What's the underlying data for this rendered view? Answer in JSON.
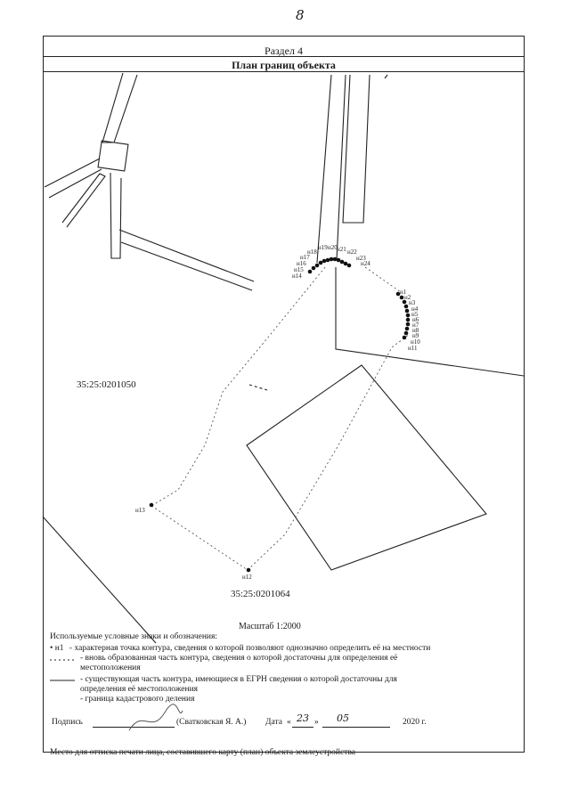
{
  "header": {
    "handwritten_mark": "8",
    "section": "Раздел 4",
    "title": "План границ объекта"
  },
  "map": {
    "parcel_label_1": "35:25:0201050",
    "parcel_label_2": "35:25:0201064",
    "points": [
      "н1",
      "н2",
      "н3",
      "н4",
      "н5",
      "н6",
      "н7",
      "н8",
      "н9",
      "н10",
      "н11",
      "н12",
      "н13",
      "н14",
      "н15",
      "н16",
      "н17",
      "н18",
      "н19",
      "н20",
      "н21",
      "н22",
      "н23",
      "н24"
    ]
  },
  "scale": "Масштаб 1:2000",
  "legend": {
    "heading": "Используемые условные знаки и обозначения:",
    "items": [
      {
        "symbol": "• н1",
        "text": "- характерная точка контура, сведения о которой позволяют однозначно определить её на местности"
      },
      {
        "symbol": "",
        "text": "- вновь образованная часть контура, сведения о которой достаточны для определения её"
      },
      {
        "symbol": "",
        "text": "местоположения"
      },
      {
        "symbol": "",
        "text": "- существующая часть контура, имеющиеся в ЕГРН сведения о которой достаточны для"
      },
      {
        "symbol": "",
        "text": "определения её местоположения"
      },
      {
        "symbol": "",
        "text": "- граница кадастрового деления"
      }
    ]
  },
  "signature": {
    "label": "Подпись",
    "name": "(Сватковская Я. А.)",
    "date_label": "Дата",
    "day": "23",
    "month": "05",
    "year": "2020 г."
  },
  "footer": "Место для оттиска печати лица, составившего карту (план) объекта землеустройства"
}
